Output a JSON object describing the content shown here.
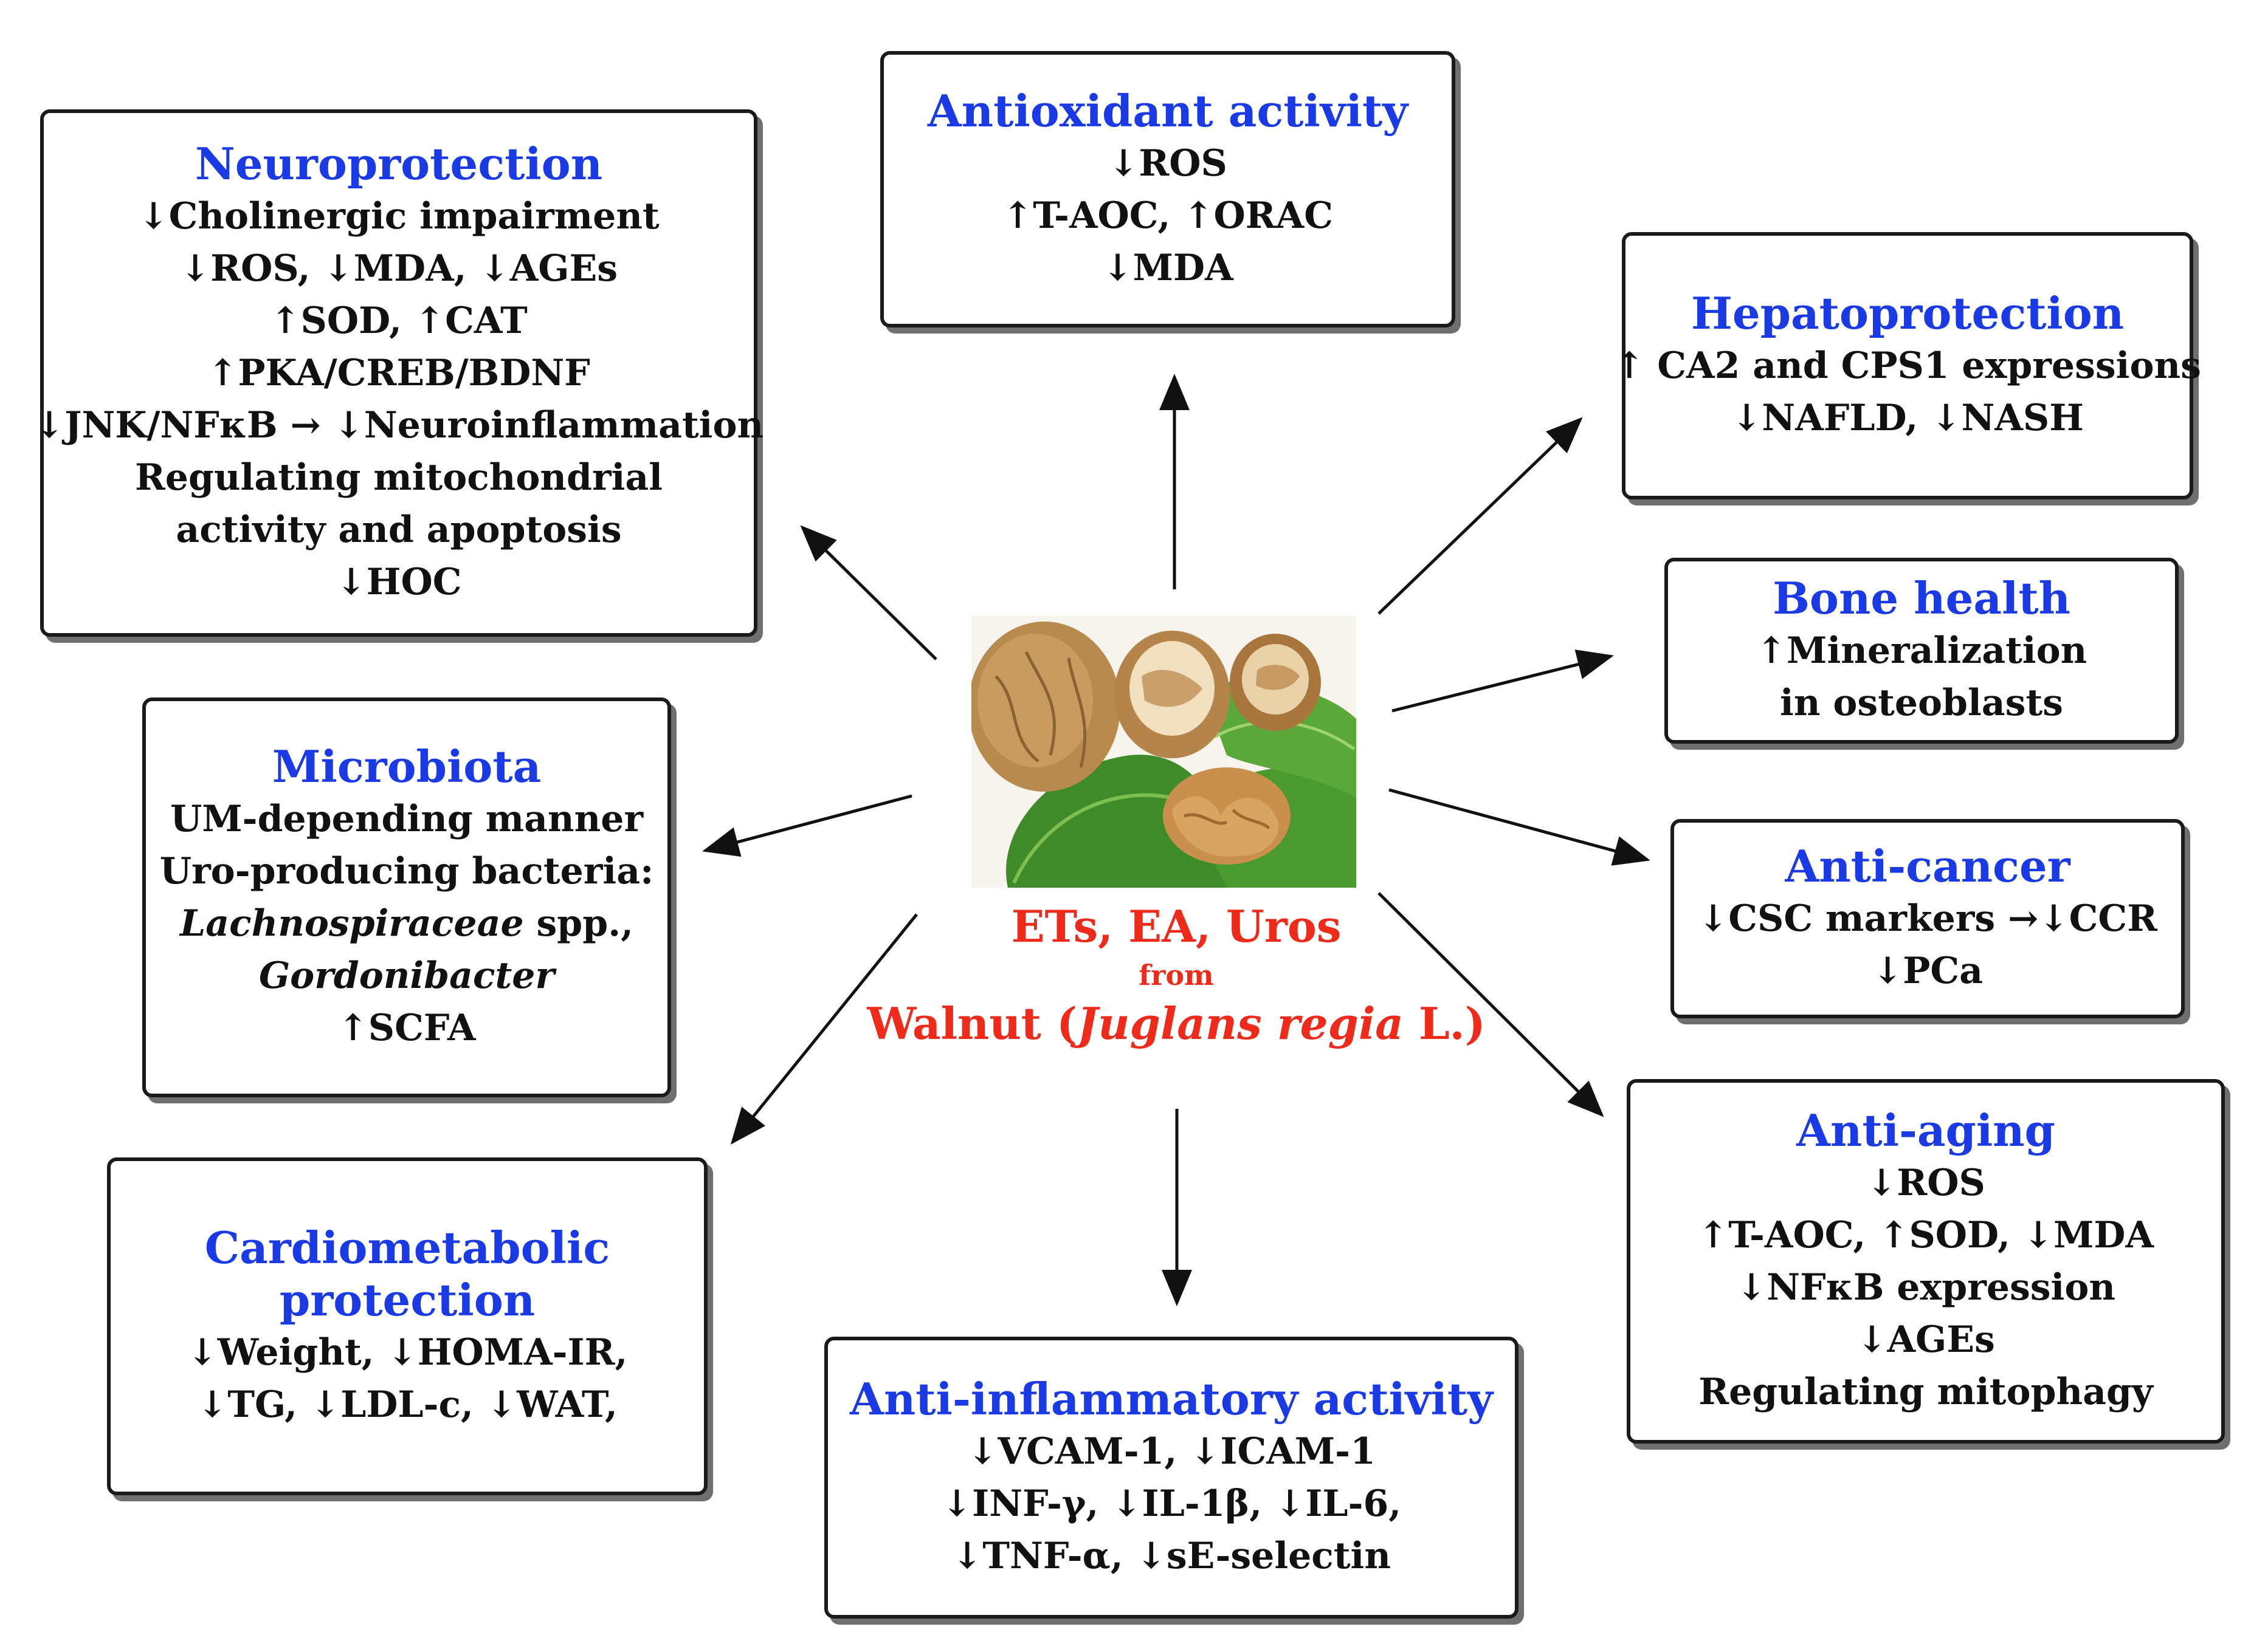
{
  "center": {
    "line1": "ETs, EA, Uros",
    "line2": "from",
    "line3_pre": "Walnut (",
    "line3_italic": "Juglans regia",
    "line3_post": " L.)"
  },
  "colors": {
    "title": "#1a3ae6",
    "center_text": "#ee2a1b",
    "text": "#111111",
    "border": "#1a1a1a"
  },
  "image": {
    "subject": "walnuts-on-leaves-photo"
  },
  "boxes": {
    "neuroprotection": {
      "title": "Neuroprotection",
      "lines": [
        "↓Cholinergic impairment",
        "↓ROS, ↓MDA, ↓AGEs",
        "↑SOD, ↑CAT",
        "↑PKA/CREB/BDNF",
        "↓JNK/NFκB → ↓Neuroinflammation",
        "Regulating mitochondrial",
        "activity and apoptosis",
        "↓HOC"
      ]
    },
    "antioxidant": {
      "title": "Antioxidant activity",
      "lines": [
        "↓ROS",
        "↑T-AOC, ↑ORAC",
        "↓MDA"
      ]
    },
    "hepatoprotection": {
      "title": "Hepatoprotection",
      "lines": [
        "↑ CA2 and CPS1 expressions",
        "↓NAFLD, ↓NASH"
      ]
    },
    "bone": {
      "title": "Bone health",
      "lines": [
        "↑Mineralization",
        "in osteoblasts"
      ]
    },
    "microbiota": {
      "title": "Microbiota",
      "line1": "UM-depending manner",
      "line2": "Uro-producing bacteria:",
      "line3_italic": "Lachnospiraceae",
      "line3_rest": " spp.,",
      "line4_italic": "Gordonibacter",
      "line5": "↑SCFA"
    },
    "anticancer": {
      "title": "Anti-cancer",
      "lines": [
        "↓CSC markers →↓CCR",
        "↓PCa"
      ]
    },
    "cardiometabolic": {
      "title_line1": "Cardiometabolic",
      "title_line2": "protection",
      "lines": [
        "↓Weight, ↓HOMA-IR,",
        "↓TG, ↓LDL-c, ↓WAT,"
      ]
    },
    "antiinflammatory": {
      "title": "Anti-inflammatory activity",
      "lines": [
        "↓VCAM-1, ↓ICAM-1",
        "↓INF-γ, ↓IL-1β, ↓IL-6,",
        "↓TNF-α, ↓sE-selectin"
      ]
    },
    "antiaging": {
      "title": "Anti-aging",
      "lines": [
        "↓ROS",
        "↑T-AOC, ↑SOD, ↓MDA",
        "↓NFκB expression",
        "↓AGEs",
        "Regulating mitophagy"
      ]
    }
  }
}
